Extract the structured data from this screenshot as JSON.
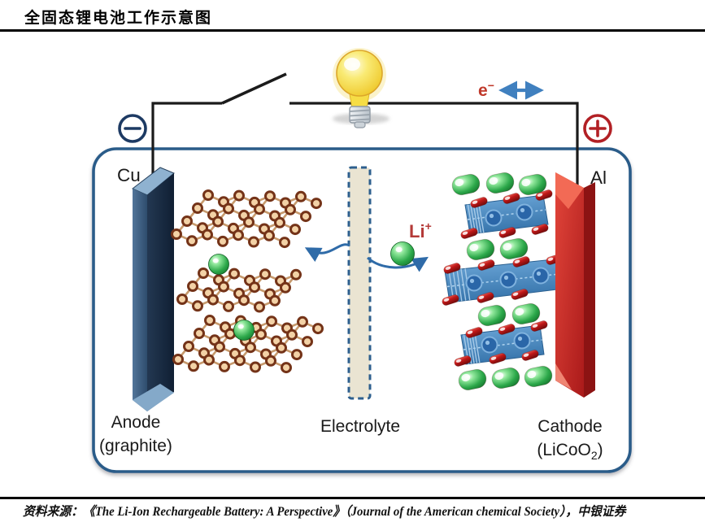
{
  "title": "全固态锂电池工作示意图",
  "source": "资料来源：《The Li-Ion Rechargeable Battery: A Perspective》（Journal of the American chemical Society），中银证券",
  "diagram": {
    "electron_label": {
      "base": "e",
      "sup": "−"
    },
    "li_ion_label": {
      "base": "Li",
      "sup": "+"
    },
    "terminals": {
      "negative": "−",
      "positive": "+"
    },
    "electrodes": {
      "left": "Cu",
      "right": "Al"
    },
    "labels": {
      "anode_line1": "Anode",
      "anode_line2": "(graphite)",
      "electrolyte": "Electrolyte",
      "cathode_line1": "Cathode",
      "cathode_formula": {
        "prefix": "(LiCoO",
        "sub": "2",
        "suffix": ")"
      }
    },
    "colors": {
      "container_border": "#2b5b89",
      "wire": "#1b1b1b",
      "electron_red": "#c0392b",
      "li_label_red": "#b43a38",
      "arrow_blue": "#2f6ba8",
      "electron_arrow_blue": "#4080bf",
      "negative_terminal": "#1d3a63",
      "positive_terminal": "#b22025",
      "graphite_bond": "#c79a6d",
      "graphite_atom_fill": "#f3d2a6",
      "graphite_atom_stroke": "#743318",
      "li_green": "#2ca84a",
      "slab_blue": "#4a8ec6",
      "cobalt_blue": "#2a66a8",
      "oxygen_red": "#c01818",
      "electrolyte_fill": "#eae4d2",
      "cu_blue": "#3c5a7c",
      "al_red": "#c42525",
      "bulb_yellow": "#f2d431"
    }
  }
}
